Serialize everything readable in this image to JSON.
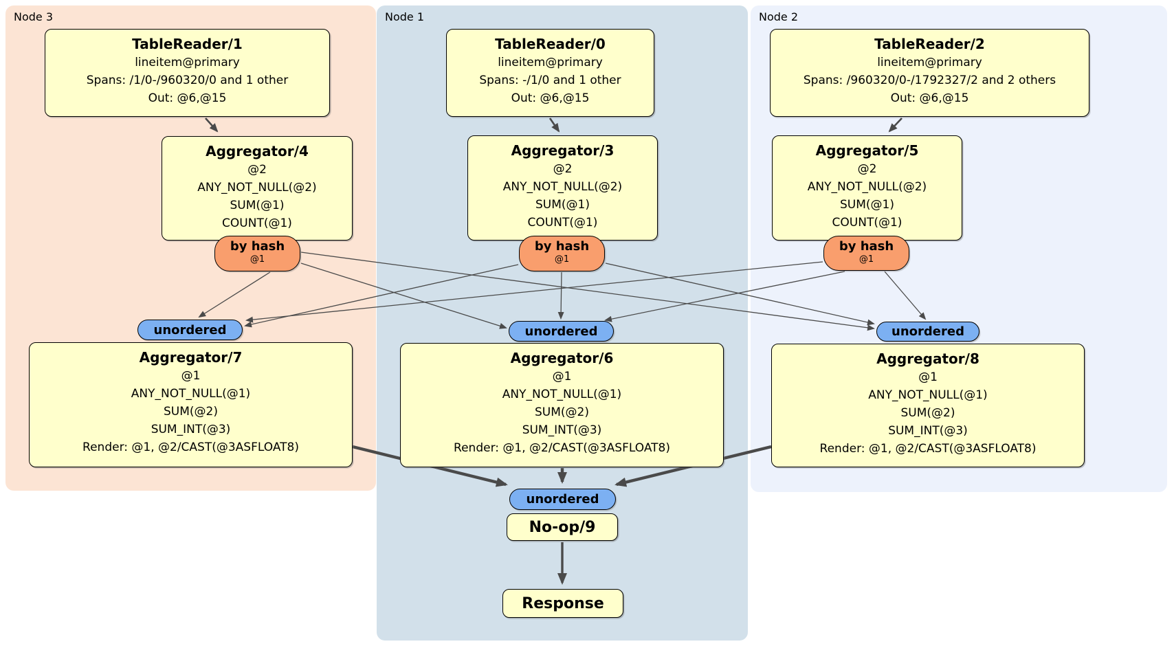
{
  "colors": {
    "region-node3-bg": "#fce4d4",
    "region-node1-bg": "#d2e0ea",
    "region-node2-bg": "#edf2fc",
    "processor-bg": "#ffffcc",
    "router-bg": "#f99e6d",
    "sync-bg": "#7cb0f2",
    "edge": "#4a4a4a"
  },
  "node3": {
    "label": "Node 3",
    "table_reader": {
      "title": "TableReader/1",
      "lines": [
        "lineitem@primary",
        "Spans: /1/0-/960320/0 and 1 other",
        "Out: @6,@15"
      ]
    },
    "aggregator_top": {
      "title": "Aggregator/4",
      "lines": [
        "@2",
        "ANY_NOT_NULL(@2)",
        "SUM(@1)",
        "COUNT(@1)"
      ]
    },
    "router": {
      "label": "by hash",
      "detail": "@1"
    },
    "sync": {
      "label": "unordered"
    },
    "aggregator_bottom": {
      "title": "Aggregator/7",
      "lines": [
        "@1",
        "ANY_NOT_NULL(@1)",
        "SUM(@2)",
        "SUM_INT(@3)",
        "Render: @1, @2/CAST(@3ASFLOAT8)"
      ]
    }
  },
  "node1": {
    "label": "Node 1",
    "table_reader": {
      "title": "TableReader/0",
      "lines": [
        "lineitem@primary",
        "Spans: -/1/0 and 1 other",
        "Out: @6,@15"
      ]
    },
    "aggregator_top": {
      "title": "Aggregator/3",
      "lines": [
        "@2",
        "ANY_NOT_NULL(@2)",
        "SUM(@1)",
        "COUNT(@1)"
      ]
    },
    "router": {
      "label": "by hash",
      "detail": "@1"
    },
    "sync": {
      "label": "unordered"
    },
    "aggregator_bottom": {
      "title": "Aggregator/6",
      "lines": [
        "@1",
        "ANY_NOT_NULL(@1)",
        "SUM(@2)",
        "SUM_INT(@3)",
        "Render: @1, @2/CAST(@3ASFLOAT8)"
      ]
    },
    "final_sync": {
      "label": "unordered"
    },
    "noop": {
      "title": "No-op/9"
    },
    "response": {
      "title": "Response"
    }
  },
  "node2": {
    "label": "Node 2",
    "table_reader": {
      "title": "TableReader/2",
      "lines": [
        "lineitem@primary",
        "Spans: /960320/0-/1792327/2 and 2 others",
        "Out: @6,@15"
      ]
    },
    "aggregator_top": {
      "title": "Aggregator/5",
      "lines": [
        "@2",
        "ANY_NOT_NULL(@2)",
        "SUM(@1)",
        "COUNT(@1)"
      ]
    },
    "router": {
      "label": "by hash",
      "detail": "@1"
    },
    "sync": {
      "label": "unordered"
    },
    "aggregator_bottom": {
      "title": "Aggregator/8",
      "lines": [
        "@1",
        "ANY_NOT_NULL(@1)",
        "SUM(@2)",
        "SUM_INT(@3)",
        "Render: @1, @2/CAST(@3ASFLOAT8)"
      ]
    }
  }
}
